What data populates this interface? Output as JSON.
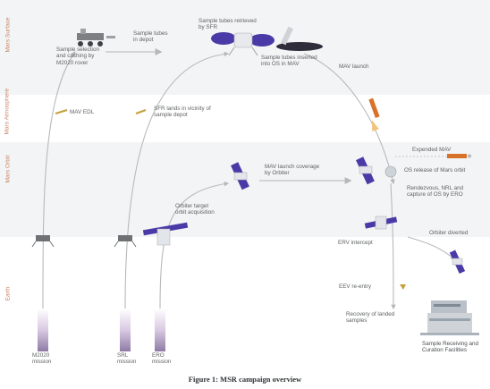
{
  "zones": {
    "mars_surface": "Mars Surface",
    "mars_atmosphere": "Mars Atmosphere",
    "mars_orbit": "Mars Orbit",
    "earth": "Earth"
  },
  "labels": {
    "sample_selection": "Sample selection\nand caching by\nM2020 rover",
    "sample_tubes_depot": "Sample tubes\nin depot",
    "tubes_retrieved": "Sample tubes retrieved\nby SFR",
    "tubes_inserted": "Sample tubes inserted\ninto OS in MAV",
    "mav_launch": "MAV launch",
    "mav_edl": "MAV EDL",
    "sfr_landing": "SFR lands in vicinity of\nsample depot",
    "expended_mav": "Expended MAV",
    "os_release": "OS release of Mars orbit",
    "mav_launch_coverage": "MAV launch coverage\nby Orbiter",
    "orbiter_target_orbit": "Orbiter target\norbit acquisition",
    "rendezvous": "Rendezvous, NRL and\ncapture of OS by ERO",
    "erv_intercept": "ERV intercept",
    "orbiter_diverted": "Orbiter diverted",
    "eev_release": "EEV re-entry",
    "recovery": "Recovery of landed\nsamples",
    "srf": "Sample Receiving and\nCuration Facilities",
    "m2020_mission": "M2020\nmission",
    "sfr_mission": "SRL\nmission",
    "ero_mission": "ERO\nmission"
  },
  "caption": "Figure 1: MSR campaign overview",
  "colors": {
    "zone_label": "#c98463",
    "band_a": "#f2f3f4",
    "band_b": "#ffffff",
    "trajectory": "#b7b9bb",
    "arrow": "#c7c9cb",
    "spacecraft_body": "#dfe3e8",
    "solar_panel": "#4a3aa8",
    "rocket_orange": "#d8722a"
  }
}
